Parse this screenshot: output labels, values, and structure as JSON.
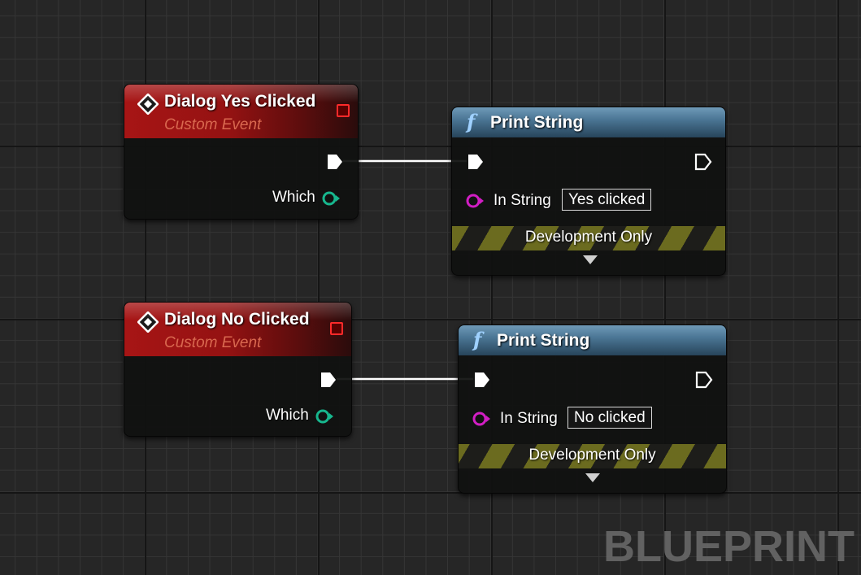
{
  "colors": {
    "event_header": "#a71515",
    "function_header": "#4b7695",
    "exec_pin": "#ffffff",
    "string_pin": "#d21ec4",
    "which_pin": "#17b78e",
    "wire": "#ffffff",
    "dev_stripe": "#6b6b1f"
  },
  "events": [
    {
      "title": "Dialog Yes Clicked",
      "subtitle": "Custom Event",
      "header_icon": "custom-event-diamond-icon",
      "delegate_icon": "delegate-square-icon",
      "output_label": "Which"
    },
    {
      "title": "Dialog No Clicked",
      "subtitle": "Custom Event",
      "header_icon": "custom-event-diamond-icon",
      "delegate_icon": "delegate-square-icon",
      "output_label": "Which"
    }
  ],
  "functions": [
    {
      "glyph": "f",
      "title": "Print String",
      "input_label": "In String",
      "input_value": "Yes clicked",
      "dev_label": "Development Only",
      "expand_icon": "chevron-down-icon"
    },
    {
      "glyph": "f",
      "title": "Print String",
      "input_label": "In String",
      "input_value": "No clicked",
      "dev_label": "Development Only",
      "expand_icon": "chevron-down-icon"
    }
  ],
  "watermark": "BLUEPRINT"
}
